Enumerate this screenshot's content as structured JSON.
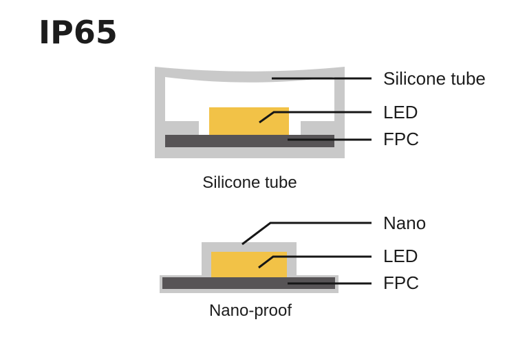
{
  "title": "IP65",
  "colors": {
    "silicone": "#c9c9c9",
    "led": "#f2c247",
    "fpc": "#575456",
    "line": "#161616",
    "text": "#1c1c1c",
    "background": "#ffffff"
  },
  "diagram_silicone_tube": {
    "caption": "Silicone tube",
    "labels": {
      "tube": "Silicone tube",
      "led": "LED",
      "fpc": "FPC"
    }
  },
  "diagram_nano_proof": {
    "caption": "Nano-proof",
    "labels": {
      "nano": "Nano",
      "led": "LED",
      "fpc": "FPC"
    }
  }
}
